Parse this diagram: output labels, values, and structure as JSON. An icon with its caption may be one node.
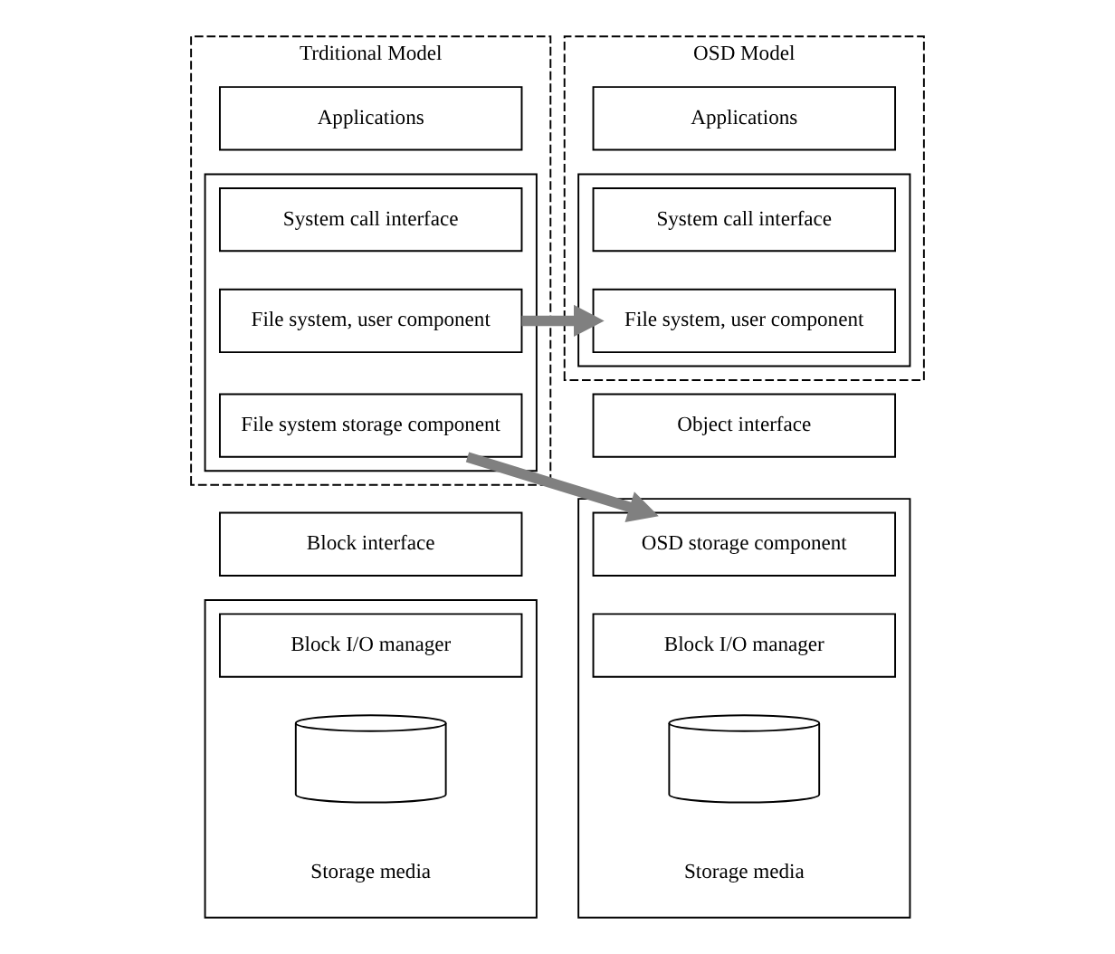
{
  "diagram": {
    "nodes": [
      {
        "text": [
          "Trditional Model"
        ]
      },
      {
        "text": [
          "Applications"
        ],
        "in": 0
      },
      {
        "text": [],
        "shape": "box",
        "in": 0
      },
      {
        "text": [
          "System call interface"
        ],
        "in": 2
      },
      {
        "text": [
          "File system, user component"
        ],
        "in": 2
      },
      {
        "text": [
          "File system storage component"
        ],
        "in": 2
      },
      {
        "text": [
          "Block interface"
        ]
      },
      {
        "text": [],
        "shape": "box"
      },
      {
        "text": [
          "Block I/O manager"
        ],
        "in": 7
      },
      {
        "text": [],
        "shape": "cylinder",
        "in": 7,
        "beside": [
          "Storage media"
        ]
      },
      {
        "text": [
          "OSD Model"
        ]
      },
      {
        "text": [
          "Applications"
        ],
        "in": 10
      },
      {
        "text": [],
        "shape": "box",
        "in": 10
      },
      {
        "text": [
          "System call interface"
        ],
        "in": 12
      },
      {
        "text": [
          "File system, user component"
        ],
        "in": 12
      },
      {
        "text": [
          "Object interface"
        ]
      },
      {
        "text": [],
        "shape": "box"
      },
      {
        "text": [
          "OSD storage component"
        ],
        "in": 16
      },
      {
        "text": [
          "Block I/O manager"
        ],
        "in": 16
      },
      {
        "text": [],
        "shape": "cylinder",
        "in": 16,
        "beside": [
          "Storage media"
        ]
      }
    ],
    "edges": [
      {
        "from": 4,
        "to": 14,
        "arrow": "to"
      },
      {
        "from": 5,
        "to": 17,
        "arrow": "to"
      }
    ]
  }
}
